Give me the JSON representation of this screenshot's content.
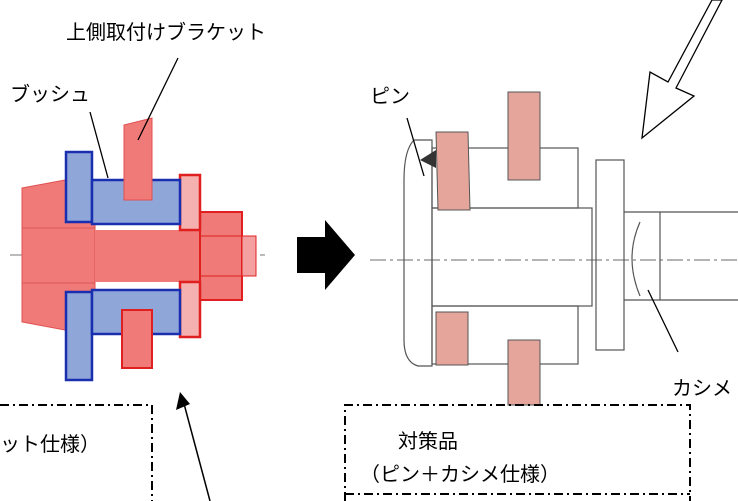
{
  "labels": {
    "upper_bracket": "上側取付けブラケット",
    "bushing": "ブッシュ",
    "pin": "ピン",
    "caulk": "カシメ",
    "old_spec_partial": "ット仕様）",
    "new_title": "対策品",
    "new_spec": "（ピン＋カシメ仕様）"
  },
  "colors": {
    "red_fill": "#f07a78",
    "red_stroke": "#e02020",
    "blue_fill": "#8fa6d8",
    "blue_stroke": "#1a2fb0",
    "pink_fill": "#e6a59a",
    "line": "#555555",
    "arrow": "#000000"
  }
}
